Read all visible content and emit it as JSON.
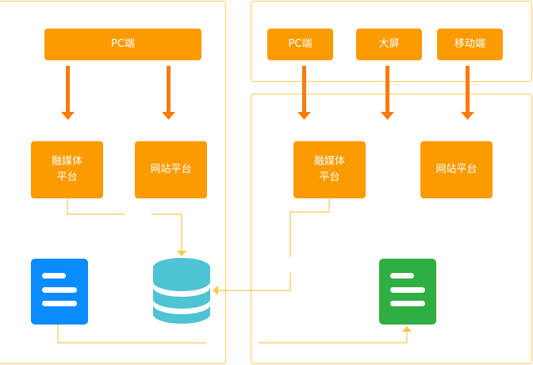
{
  "left_panel": {
    "source": {
      "label": "PC端"
    },
    "platforms": [
      {
        "line1": "融媒体",
        "line2": "平台"
      },
      {
        "line1": "网站平台",
        "line2": ""
      }
    ]
  },
  "right_panel": {
    "sources": [
      {
        "label": "PC端"
      },
      {
        "label": "大屏"
      },
      {
        "label": "移动端"
      }
    ],
    "platforms": [
      {
        "line1": "融媒体",
        "line2": "平台"
      },
      {
        "line1": "网站平台",
        "line2": ""
      }
    ]
  },
  "colors": {
    "box": "#fb9b00",
    "arrow": "#fa7a0a",
    "connector": "#f9c74f",
    "panel_border": "#f9cd57",
    "doc_blue": "#0a8cff",
    "doc_green": "#2fae42",
    "database": "#4ec3d3"
  }
}
